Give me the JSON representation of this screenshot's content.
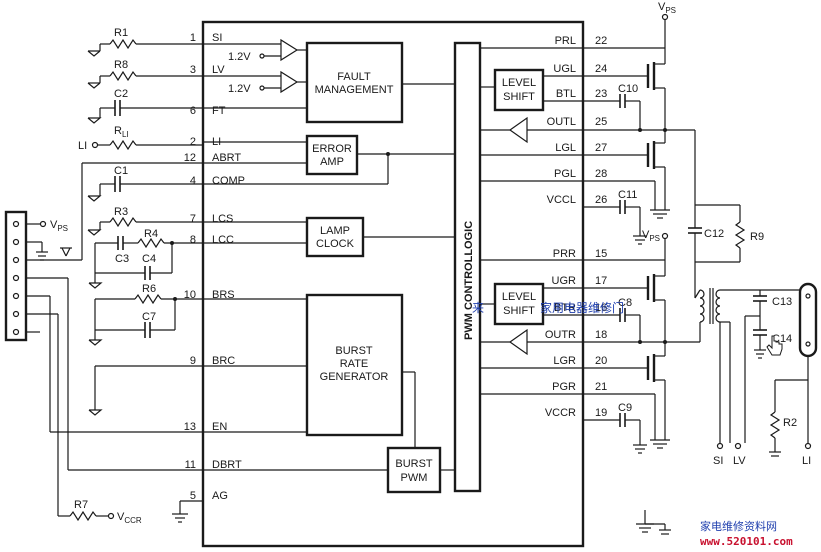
{
  "supply": {
    "vps": "V",
    "vps_sub": "PS",
    "vccr": "V",
    "vccr_sub": "CCR"
  },
  "pins_left": [
    {
      "num": "1",
      "name": "SI"
    },
    {
      "num": "3",
      "name": "LV"
    },
    {
      "num": "6",
      "name": "FT"
    },
    {
      "num": "2",
      "name": "LI"
    },
    {
      "num": "12",
      "name": "ABRT"
    },
    {
      "num": "4",
      "name": "COMP"
    },
    {
      "num": "7",
      "name": "LCS"
    },
    {
      "num": "8",
      "name": "LCC"
    },
    {
      "num": "10",
      "name": "BRS"
    },
    {
      "num": "9",
      "name": "BRC"
    },
    {
      "num": "13",
      "name": "EN"
    },
    {
      "num": "11",
      "name": "DBRT"
    },
    {
      "num": "5",
      "name": "AG"
    }
  ],
  "pins_right": [
    {
      "num": "22",
      "name": "PRL"
    },
    {
      "num": "24",
      "name": "UGL"
    },
    {
      "num": "23",
      "name": "BTL"
    },
    {
      "num": "25",
      "name": "OUTL"
    },
    {
      "num": "27",
      "name": "LGL"
    },
    {
      "num": "28",
      "name": "PGL"
    },
    {
      "num": "26",
      "name": "VCCL"
    },
    {
      "num": "15",
      "name": "PRR"
    },
    {
      "num": "17",
      "name": "UGR"
    },
    {
      "num": "16",
      "name": "BTR"
    },
    {
      "num": "18",
      "name": "OUTR"
    },
    {
      "num": "20",
      "name": "LGR"
    },
    {
      "num": "21",
      "name": "PGR"
    },
    {
      "num": "19",
      "name": "VCCR"
    }
  ],
  "blocks": {
    "fault_1": "FAULT",
    "fault_2": "MANAGEMENT",
    "error_1": "ERROR",
    "error_2": "AMP",
    "lamp_1": "LAMP",
    "lamp_2": "CLOCK",
    "burst_1": "BURST",
    "burst_2": "RATE",
    "burst_3": "GENERATOR",
    "bpwm_1": "BURST",
    "bpwm_2": "PWM",
    "pwm_logic": "PWM  CONTROLLOGIC",
    "ls_l_1": "LEVEL",
    "ls_l_2": "SHIFT",
    "ls_r_1": "LEVEL",
    "ls_r_2": "SHIFT"
  },
  "refs": {
    "v12a": "1.2V",
    "v12b": "1.2V"
  },
  "components": {
    "R1": "R1",
    "R8": "R8",
    "C2": "C2",
    "RLI": "R",
    "RLI_sub": "LI",
    "C1": "C1",
    "R3": "R3",
    "R4": "R4",
    "C3": "C3",
    "C4": "C4",
    "R6": "R6",
    "C7": "C7",
    "R7": "R7",
    "C10": "C10",
    "C11": "C11",
    "C12": "C12",
    "R9": "R9",
    "C8": "C8",
    "C9": "C9",
    "C13": "C13",
    "C14": "C14",
    "R2": "R2"
  },
  "terminals": {
    "li_left": "LI",
    "si_bottom": "SI",
    "lv_bottom": "LV",
    "li_bottom": "LI"
  },
  "watermarks": {
    "overlay_cn": "家用电器维修门",
    "overlay_prefix": "来",
    "footer_cn": "家电维修资料网",
    "footer_url": "www.520101.com"
  },
  "colors": {
    "ink": "#1a1a1a",
    "watermark_blue": "#1f3fae",
    "watermark_red": "#c8102e"
  }
}
